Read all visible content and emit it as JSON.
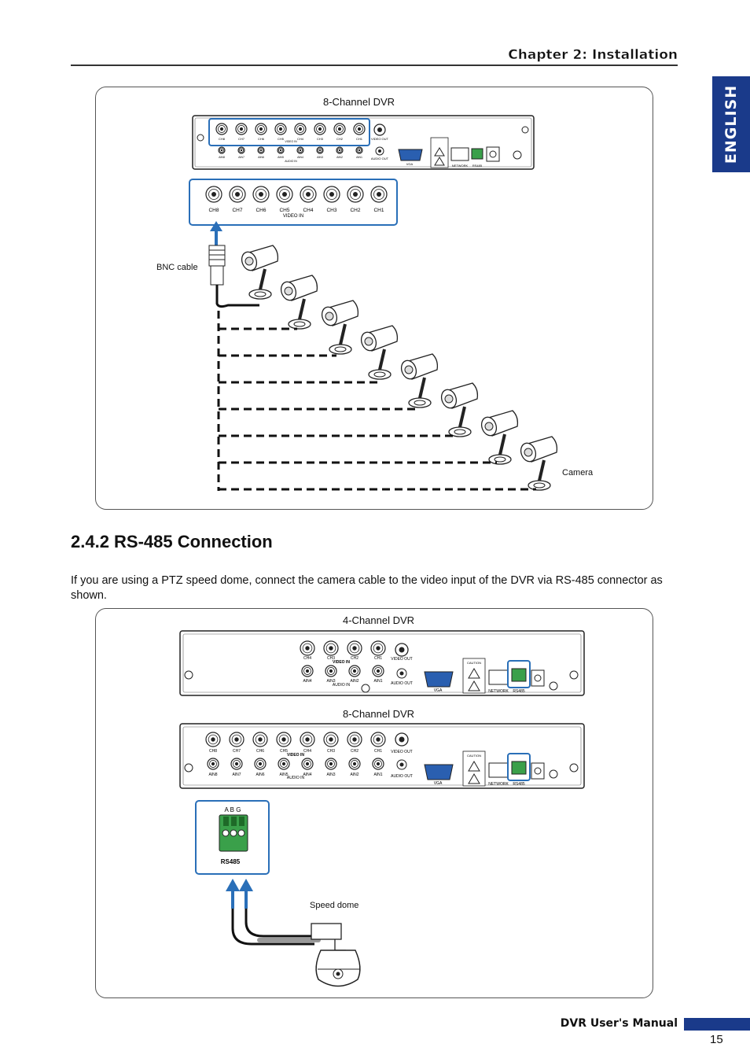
{
  "header": {
    "chapter_title": "Chapter 2: Installation",
    "language_tab": "ENGLISH"
  },
  "figure1": {
    "dvr_title": "8-Channel DVR",
    "bnc_label": "BNC cable",
    "camera_label": "Camera",
    "video_in_label": "VIDEO IN",
    "channels": [
      "CH8",
      "CH7",
      "CH6",
      "CH5",
      "CH4",
      "CH3",
      "CH2",
      "CH1"
    ],
    "audio_inputs": [
      "AIN8",
      "AIN7",
      "AIN6",
      "AIN5",
      "AIN4",
      "AIN3",
      "AIN2",
      "AIN1"
    ],
    "audio_in_label": "AUDIO IN",
    "video_out_label": "VIDEO OUT",
    "audio_out_label": "AUDIO OUT",
    "vga_label": "VGA",
    "network_label": "NETWORK",
    "rs485_label": "RS485"
  },
  "section": {
    "heading": "2.4.2 RS-485 Connection",
    "body": "If you are using a PTZ speed dome, connect the camera cable to the video input of the DVR via RS-485 connector as shown."
  },
  "figure2": {
    "dvr4_title": "4-Channel DVR",
    "dvr8_title": "8-Channel DVR",
    "channels4": [
      "CH4",
      "CH3",
      "CH2",
      "CH1"
    ],
    "audio4": [
      "AIN4",
      "AIN3",
      "AIN2",
      "AIN1"
    ],
    "channels8": [
      "CH8",
      "CH7",
      "CH6",
      "CH5",
      "CH4",
      "CH3",
      "CH2",
      "CH1"
    ],
    "audio8": [
      "AIN8",
      "AIN7",
      "AIN6",
      "AIN5",
      "AIN4",
      "AIN3",
      "AIN2",
      "AIN1"
    ],
    "video_in_label": "VIDEO IN",
    "audio_in_label": "AUDIO IN",
    "video_out_label": "VIDEO OUT",
    "audio_out_label": "AUDIO OUT",
    "vga_label": "VGA",
    "network_label": "NETWORK",
    "rs485_label": "RS485",
    "caution_label": "CAUTION",
    "connector_pins": "A B G",
    "connector_label": "RS485",
    "speed_dome_label": "Speed dome"
  },
  "footer": {
    "manual_title": "DVR User's Manual",
    "page_number": "15"
  },
  "colors": {
    "accent_blue": "#1a3a8a",
    "highlight_blue": "#2a6fb8",
    "terminal_green": "#3aa04a"
  }
}
